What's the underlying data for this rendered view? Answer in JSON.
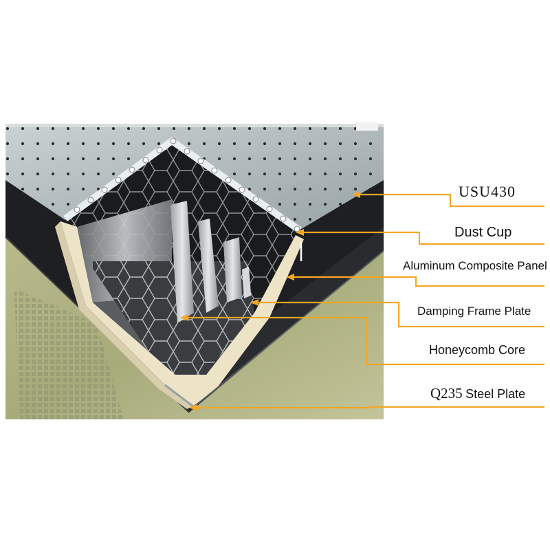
{
  "labels": {
    "usu430": "USU430",
    "dust_cup": "Dust Cup",
    "aluminum_panel": "Aluminum Composite Panel",
    "damping_frame": "Damping Frame Plate",
    "honeycomb_core": "Honeycomb Core",
    "q235_code": "Q235",
    "q235_rest": "Steel Plate"
  },
  "colors": {
    "leader": "#F5A623",
    "table_top": "#AEB8B9",
    "table_side": "#1E1F22",
    "foam": "#EDE4C8",
    "floor": "#B4B686",
    "cell": "#8C8F92"
  }
}
